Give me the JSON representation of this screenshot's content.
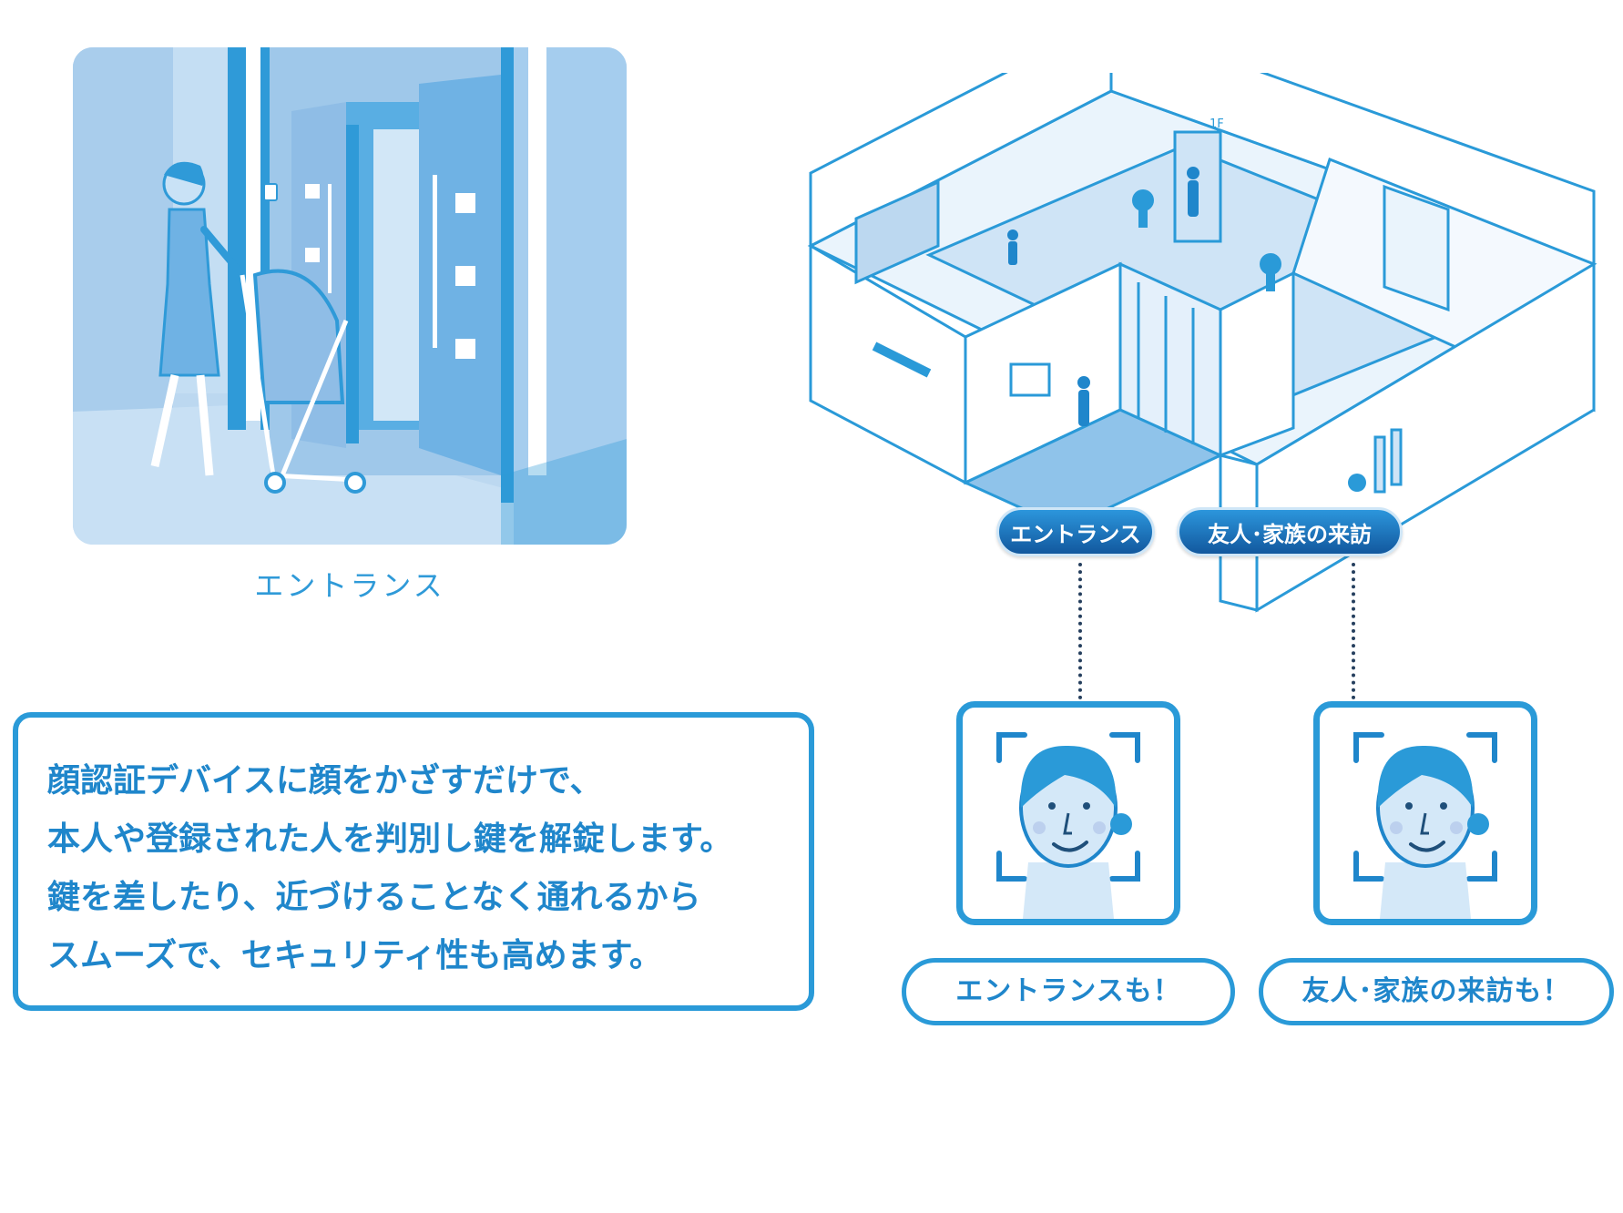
{
  "entrance_scene": {
    "caption": "エントランス"
  },
  "description": {
    "lines": [
      "顔認証デバイスに顔をかざすだけで、",
      "本人や登録された人を判別し鍵を解錠します。",
      "鍵を差したり、近づけることなく通れるから",
      "スムーズで、セキュリティ性も高めます。"
    ]
  },
  "building": {
    "floor_sign": "1F"
  },
  "tags": {
    "entrance": "エントランス",
    "visit": "友人･家族の来訪"
  },
  "pills": {
    "entrance": "エントランスも！",
    "visit": "友人･家族の来訪も！"
  },
  "colors": {
    "accent": "#2a9ad8",
    "text_blue": "#1f86cb",
    "tag_top": "#2c96dc",
    "tag_bottom": "#12589e",
    "dots": "#253f5e"
  }
}
